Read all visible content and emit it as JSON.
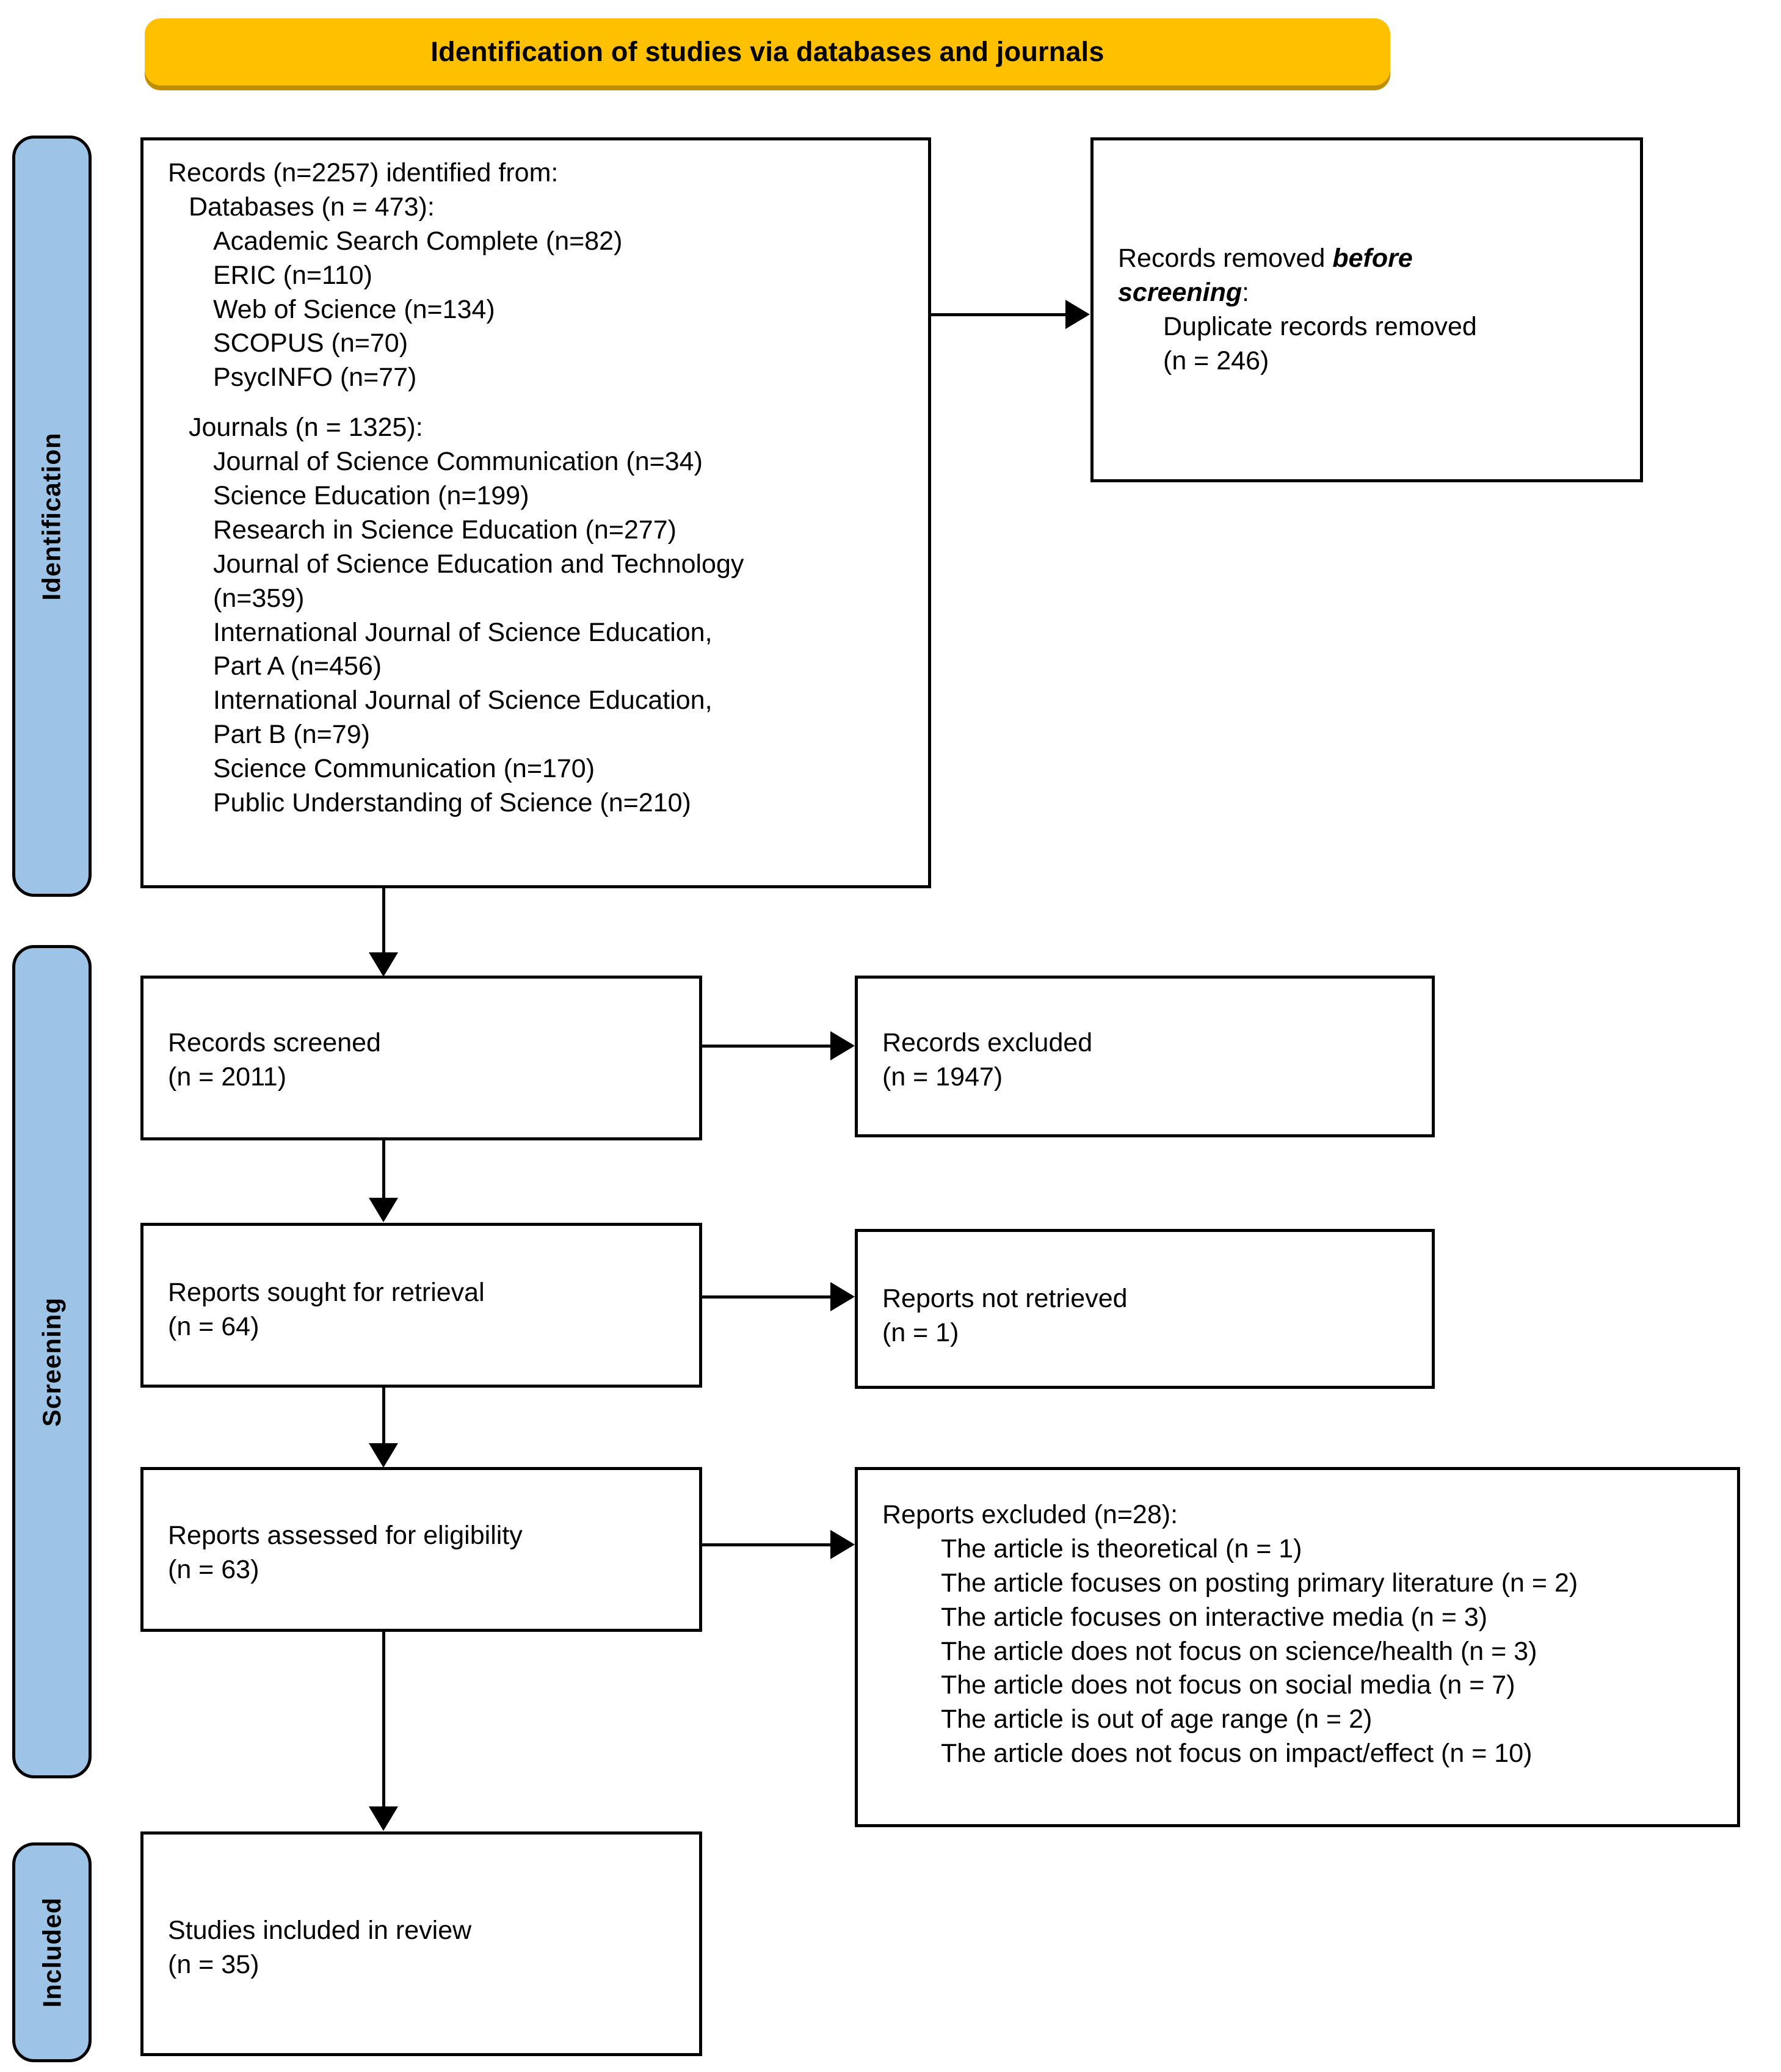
{
  "banner": {
    "title": "Identification of studies via databases and journals",
    "color": "#FFC000",
    "shadow_color": "#BF8F00"
  },
  "phases": {
    "color": "#9DC3E6",
    "identification": "Identification",
    "screening": "Screening",
    "included": "Included"
  },
  "identification_box": {
    "heading": "Records (n=2257) identified from:",
    "databases_heading": "Databases (n = 473):",
    "databases": [
      "Academic Search Complete (n=82)",
      "ERIC (n=110)",
      "Web of Science (n=134)",
      "SCOPUS (n=70)",
      "PsycINFO (n=77)"
    ],
    "journals_heading": "Journals (n = 1325):",
    "journals": [
      "Journal of Science Communication (n=34)",
      "Science Education (n=199)",
      "Research in Science Education (n=277)",
      "Journal of Science Education and Technology\n(n=359)",
      "International Journal of Science Education,\nPart A (n=456)",
      "International Journal of Science Education,\nPart B (n=79)",
      "Science Communication (n=170)",
      "Public Understanding of Science (n=210)"
    ]
  },
  "removed_box": {
    "line1_prefix": "Records removed ",
    "line1_emphasis": "before",
    "line2_emphasis": "screening",
    "line2_suffix": ":",
    "detail_line1": "Duplicate records removed",
    "detail_line2": "(n = 246)"
  },
  "screened_box": {
    "label": "Records screened",
    "count": "(n = 2011)"
  },
  "excluded_box": {
    "label": "Records excluded",
    "count": "(n = 1947)"
  },
  "sought_box": {
    "label": "Reports sought for retrieval",
    "count": "(n = 64)"
  },
  "not_retrieved_box": {
    "label": "Reports not retrieved",
    "count": "(n = 1)"
  },
  "assessed_box": {
    "label": "Reports assessed for eligibility",
    "count": "(n = 63)"
  },
  "reports_excluded_box": {
    "heading": "Reports excluded (n=28):",
    "reasons": [
      "The article is theoretical (n = 1)",
      "The article focuses on posting primary literature (n = 2)",
      "The article focuses on interactive media (n = 3)",
      "The article does not focus on science/health (n = 3)",
      "The article does not focus on social media (n = 7)",
      "The article is out of age range (n = 2)",
      "The article does not focus on impact/effect (n = 10)"
    ]
  },
  "included_box": {
    "label": "Studies included in review",
    "count": "(n = 35)"
  }
}
